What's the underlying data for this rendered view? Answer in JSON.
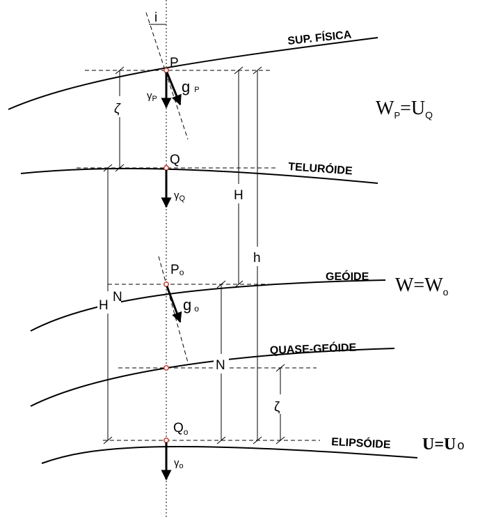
{
  "surfaces": {
    "physical": "SUP. FÍSICA",
    "telluroid": "TELURÓIDE",
    "geoid": "GEÓIDE",
    "quasi_geoid": "QUASE-GEÓIDE",
    "ellipsoid": "ELIPSÓIDE"
  },
  "points": {
    "p": "P",
    "q": "Q",
    "p0": "P",
    "p0_sub": "o",
    "q0": "Q",
    "q0_sub": "o"
  },
  "angle": {
    "deflection": "i"
  },
  "measures": {
    "zeta_upper": "ζ",
    "h_orthometric": "H",
    "h_ellipsoidal": "h",
    "h_normal": "H",
    "h_normal_sup": "N",
    "n_geoid": "N",
    "zeta_lower": "ζ"
  },
  "vectors": {
    "gamma": "γ",
    "g": "g",
    "gamma_p_sub": "P",
    "g_p_sub": "P",
    "gamma_q_sub": "Q",
    "g_0_sub": "o",
    "gamma_0_sub": "o"
  },
  "formulas": {
    "f1_a": "W",
    "f1_a_sub": "P",
    "f1_b": "=U",
    "f1_b_sub": "Q",
    "f2_a": "W=W",
    "f2_a_sub": "o",
    "f3_a": "U=U",
    "f3_a_sub": "o"
  },
  "colors": {
    "line": "#000000",
    "point_marker": "#c0392b"
  }
}
